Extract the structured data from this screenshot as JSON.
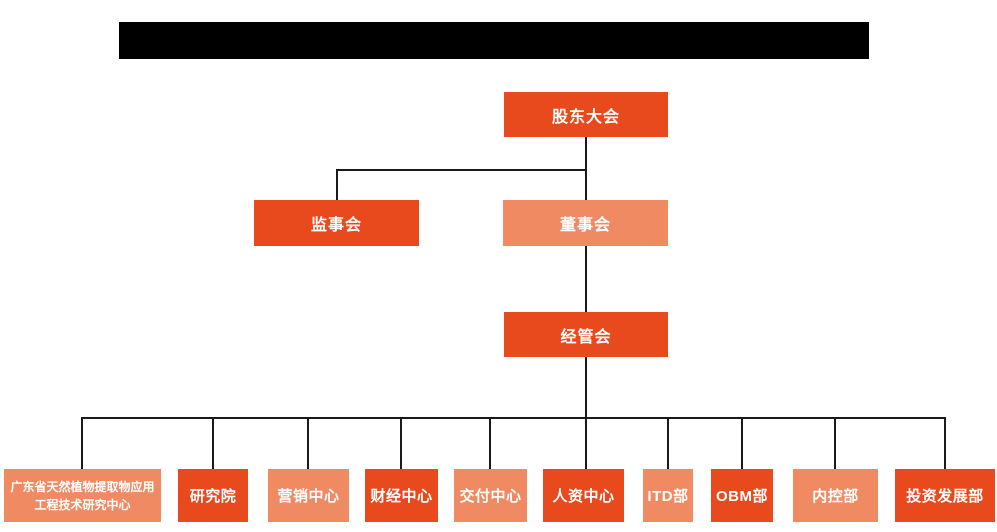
{
  "colors": {
    "node_primary": "#E8491D",
    "node_secondary": "#EF8A62",
    "connector": "#1a1a1a",
    "redacted_bar": "#000000",
    "node_text": "#ffffff",
    "background": "#ffffff"
  },
  "org_chart": {
    "nodes": {
      "shareholders": {
        "label": "股东大会",
        "variant": "dark"
      },
      "supervisory": {
        "label": "监事会",
        "variant": "dark"
      },
      "board": {
        "label": "董事会",
        "variant": "light"
      },
      "management": {
        "label": "经管会",
        "variant": "dark"
      },
      "departments": [
        {
          "label": "广东省天然植物提取物应用工程技术研究中心",
          "variant": "light"
        },
        {
          "label": "研究院",
          "variant": "dark"
        },
        {
          "label": "营销中心",
          "variant": "light"
        },
        {
          "label": "财经中心",
          "variant": "dark"
        },
        {
          "label": "交付中心",
          "variant": "light"
        },
        {
          "label": "人资中心",
          "variant": "dark"
        },
        {
          "label": "ITD部",
          "variant": "light"
        },
        {
          "label": "OBM部",
          "variant": "dark"
        },
        {
          "label": "内控部",
          "variant": "light"
        },
        {
          "label": "投资发展部",
          "variant": "dark"
        }
      ]
    }
  }
}
